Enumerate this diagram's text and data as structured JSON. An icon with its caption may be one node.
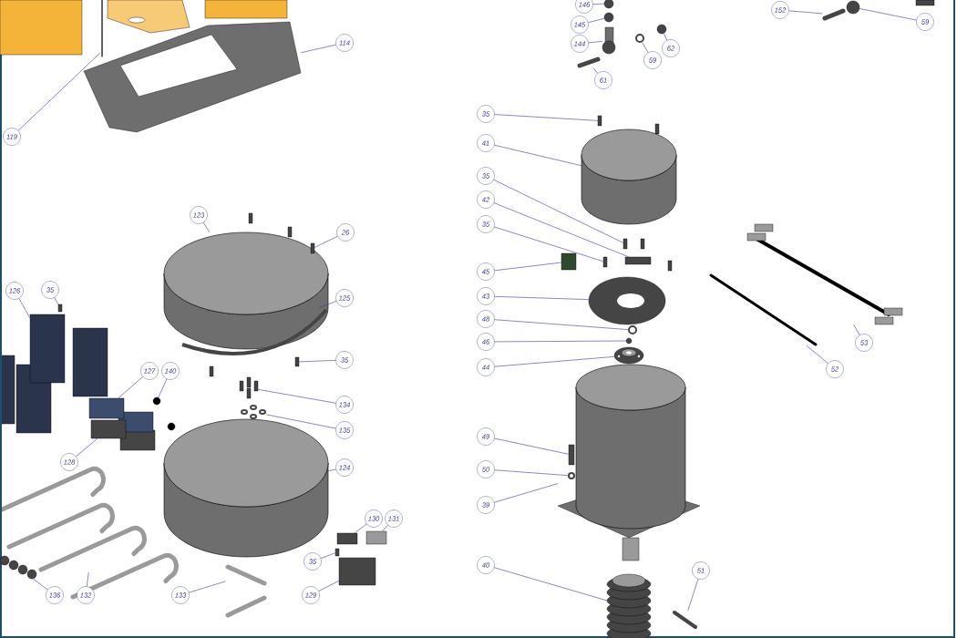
{
  "diagram": {
    "nodes": [
      {
        "text": [
          "146"
        ]
      },
      {
        "text": [
          "145"
        ]
      },
      {
        "text": [
          "144"
        ]
      },
      {
        "text": [
          "62"
        ]
      },
      {
        "text": [
          "59"
        ]
      },
      {
        "text": [
          "61"
        ]
      },
      {
        "text": [
          "152"
        ]
      },
      {
        "text": [
          "59"
        ]
      },
      {
        "text": [
          "114"
        ]
      },
      {
        "text": [
          "119"
        ]
      },
      {
        "text": [
          "35"
        ]
      },
      {
        "text": [
          "41"
        ]
      },
      {
        "text": [
          "35"
        ]
      },
      {
        "text": [
          "42"
        ]
      },
      {
        "text": [
          "35"
        ]
      },
      {
        "text": [
          "123"
        ]
      },
      {
        "text": [
          "26"
        ]
      },
      {
        "text": [
          "45"
        ]
      },
      {
        "text": [
          "126"
        ]
      },
      {
        "text": [
          "35"
        ]
      },
      {
        "text": [
          "125"
        ]
      },
      {
        "text": [
          "43"
        ]
      },
      {
        "text": [
          "48"
        ]
      },
      {
        "text": [
          "46"
        ]
      },
      {
        "text": [
          "53"
        ]
      },
      {
        "text": [
          "35"
        ]
      },
      {
        "text": [
          "44"
        ]
      },
      {
        "text": [
          "52"
        ]
      },
      {
        "text": [
          "127"
        ]
      },
      {
        "text": [
          "140"
        ]
      },
      {
        "text": [
          "134"
        ]
      },
      {
        "text": [
          "135"
        ]
      },
      {
        "text": [
          "49"
        ]
      },
      {
        "text": [
          "128"
        ]
      },
      {
        "text": [
          "124"
        ]
      },
      {
        "text": [
          "50"
        ]
      },
      {
        "text": [
          "39"
        ]
      },
      {
        "text": [
          "130"
        ]
      },
      {
        "text": [
          "131"
        ]
      },
      {
        "text": [
          "35"
        ]
      },
      {
        "text": [
          "40"
        ]
      },
      {
        "text": [
          "51"
        ]
      },
      {
        "text": [
          "136"
        ]
      },
      {
        "text": [
          "132"
        ]
      },
      {
        "text": [
          "133"
        ]
      },
      {
        "text": [
          "129"
        ]
      },
      {
        "text": [],
        "shape": "circle"
      },
      {
        "text": [],
        "shape": "circle"
      },
      {
        "text": [],
        "shape": "picture"
      },
      {
        "text": [],
        "shape": "circle"
      },
      {
        "text": [],
        "shape": "circle"
      },
      {
        "text": [],
        "shape": "picture"
      },
      {
        "text": [],
        "shape": "picture"
      },
      {
        "text": [],
        "shape": "circle"
      },
      {
        "text": [],
        "shape": "picture"
      },
      {
        "text": [],
        "shape": "picture"
      },
      {
        "text": [],
        "shape": "box"
      },
      {
        "text": [],
        "shape": "picture"
      },
      {
        "text": [],
        "shape": "box"
      },
      {
        "text": [],
        "shape": "box"
      },
      {
        "text": [],
        "shape": "box"
      },
      {
        "text": [],
        "shape": "picture"
      },
      {
        "text": [],
        "shape": "box"
      },
      {
        "text": [],
        "shape": "box"
      },
      {
        "text": [],
        "shape": "box"
      },
      {
        "text": [],
        "shape": "box"
      },
      {
        "text": [],
        "shape": "picture"
      },
      {
        "text": [],
        "shape": "picture"
      },
      {
        "text": [],
        "shape": "circle"
      },
      {
        "text": [],
        "shape": "circle"
      },
      {
        "text": [],
        "shape": "picture"
      },
      {
        "text": [],
        "shape": "box"
      },
      {
        "text": [],
        "shape": "picture"
      },
      {
        "text": [],
        "shape": "picture"
      },
      {
        "text": [],
        "shape": "box"
      },
      {
        "text": [],
        "shape": "circle"
      },
      {
        "text": [],
        "shape": "picture"
      },
      {
        "text": [],
        "shape": "picture"
      },
      {
        "text": [],
        "shape": "box"
      },
      {
        "text": [],
        "shape": "box"
      },
      {
        "text": [],
        "shape": "picture"
      },
      {
        "text": [],
        "shape": "circle"
      },
      {
        "text": [],
        "shape": "picture"
      },
      {
        "text": [],
        "shape": "box"
      },
      {
        "text": [],
        "shape": "box"
      },
      {
        "text": [],
        "shape": "box"
      },
      {
        "text": [],
        "shape": "picture"
      },
      {
        "text": [],
        "shape": "picture"
      },
      {
        "text": [],
        "shape": "picture"
      },
      {
        "text": [],
        "shape": "picture"
      },
      {
        "text": [],
        "shape": "picture"
      },
      {
        "text": [],
        "shape": "box"
      }
    ],
    "edges": [
      {
        "from": 0,
        "to": 46,
        "arrow": "none"
      },
      {
        "from": 1,
        "to": 47,
        "arrow": "none"
      },
      {
        "from": 2,
        "to": 48,
        "arrow": "none"
      },
      {
        "from": 3,
        "to": 49,
        "arrow": "none"
      },
      {
        "from": 4,
        "to": 50,
        "arrow": "none"
      },
      {
        "from": 5,
        "to": 51,
        "arrow": "none"
      },
      {
        "from": 6,
        "to": 52,
        "arrow": "none"
      },
      {
        "from": 7,
        "to": 53,
        "arrow": "none"
      },
      {
        "from": 8,
        "to": 54,
        "arrow": "none"
      },
      {
        "from": 9,
        "to": 55,
        "arrow": "none"
      },
      {
        "from": 10,
        "to": 56,
        "arrow": "none"
      },
      {
        "from": 11,
        "to": 57,
        "arrow": "none"
      },
      {
        "from": 12,
        "to": 58,
        "arrow": "none"
      },
      {
        "from": 13,
        "to": 59,
        "arrow": "none"
      },
      {
        "from": 14,
        "to": 60,
        "arrow": "none"
      },
      {
        "from": 15,
        "to": 61,
        "arrow": "none"
      },
      {
        "from": 16,
        "to": 62,
        "arrow": "none"
      },
      {
        "from": 17,
        "to": 63,
        "arrow": "none"
      },
      {
        "from": 18,
        "to": 64,
        "arrow": "none"
      },
      {
        "from": 19,
        "to": 65,
        "arrow": "none"
      },
      {
        "from": 20,
        "to": 66,
        "arrow": "none"
      },
      {
        "from": 21,
        "to": 67,
        "arrow": "none"
      },
      {
        "from": 22,
        "to": 68,
        "arrow": "none"
      },
      {
        "from": 23,
        "to": 69,
        "arrow": "none"
      },
      {
        "from": 24,
        "to": 70,
        "arrow": "none"
      },
      {
        "from": 25,
        "to": 71,
        "arrow": "none"
      },
      {
        "from": 26,
        "to": 72,
        "arrow": "none"
      },
      {
        "from": 27,
        "to": 73,
        "arrow": "none"
      },
      {
        "from": 28,
        "to": 74,
        "arrow": "none"
      },
      {
        "from": 29,
        "to": 75,
        "arrow": "none"
      },
      {
        "from": 30,
        "to": 76,
        "arrow": "none"
      },
      {
        "from": 31,
        "to": 77,
        "arrow": "none"
      },
      {
        "from": 32,
        "to": 78,
        "arrow": "none"
      },
      {
        "from": 33,
        "to": 79,
        "arrow": "none"
      },
      {
        "from": 34,
        "to": 80,
        "arrow": "none"
      },
      {
        "from": 35,
        "to": 81,
        "arrow": "none"
      },
      {
        "from": 36,
        "to": 82,
        "arrow": "none"
      },
      {
        "from": 37,
        "to": 83,
        "arrow": "none"
      },
      {
        "from": 38,
        "to": 84,
        "arrow": "none"
      },
      {
        "from": 39,
        "to": 85,
        "arrow": "none"
      },
      {
        "from": 40,
        "to": 86,
        "arrow": "none"
      },
      {
        "from": 41,
        "to": 87,
        "arrow": "none"
      },
      {
        "from": 42,
        "to": 88,
        "arrow": "none"
      },
      {
        "from": 43,
        "to": 89,
        "arrow": "none"
      },
      {
        "from": 44,
        "to": 90,
        "arrow": "none"
      },
      {
        "from": 45,
        "to": 91,
        "arrow": "none"
      }
    ]
  }
}
